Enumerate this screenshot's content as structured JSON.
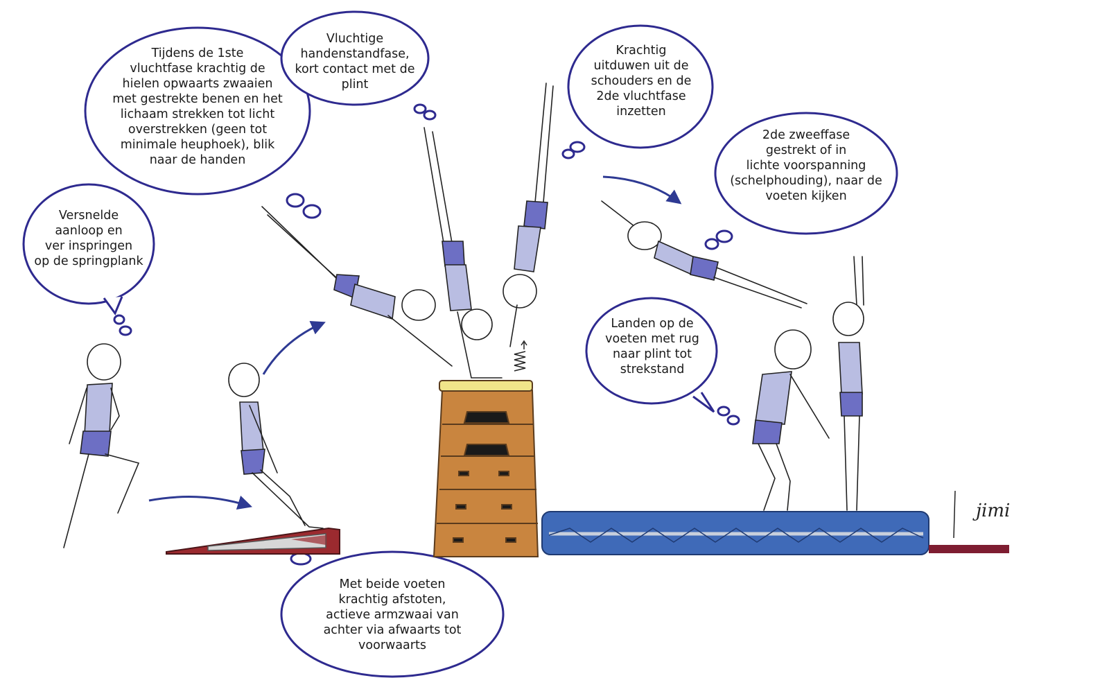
{
  "bubbles": {
    "aanloop": "Versnelde\naanloop en\nver inspringen\nop de springplank",
    "afstoten": "Met beide voeten\nkrachtig afstoten,\nactieve armzwaai van\nachter via afwaarts tot\nvoorwaarts",
    "vluchtfase1": "Tijdens de 1ste\nvluchtfase krachtig de\nhielen opwaarts zwaaien\nmet gestrekte benen en het\nlichaam strekken tot licht\noverstrekken (geen tot\nminimale heuphoek), blik\nnaar de handen",
    "handenstand": "Vluchtige\nhandenstandfase,\nkort contact met de\nplint",
    "uitduwen": "Krachtig\nuitduwen uit de\nschouders en de\n2de vluchtfase\ninzetten",
    "zweeffase2": "2de zweeffase\ngestrekt of in\nlichte voorspanning\n(schelphouding), naar de\nvoeten kijken",
    "landen": "Landen op de\nvoeten met rug\nnaar plint tot\nstrekstand"
  },
  "signature": "jimi",
  "colors": {
    "bubble_outline": "#2e2a8f",
    "arrow": "#2e3a93",
    "leotard": "#b9bde2",
    "shorts": "#6d6fc4",
    "mat": "#3f6ab8",
    "mat_stripe": "#c9d0dc",
    "springboard": "#9b2a2f",
    "box_wood": "#c9853f",
    "box_top": "#f1e58a",
    "floor_strip": "#7e1d31"
  }
}
